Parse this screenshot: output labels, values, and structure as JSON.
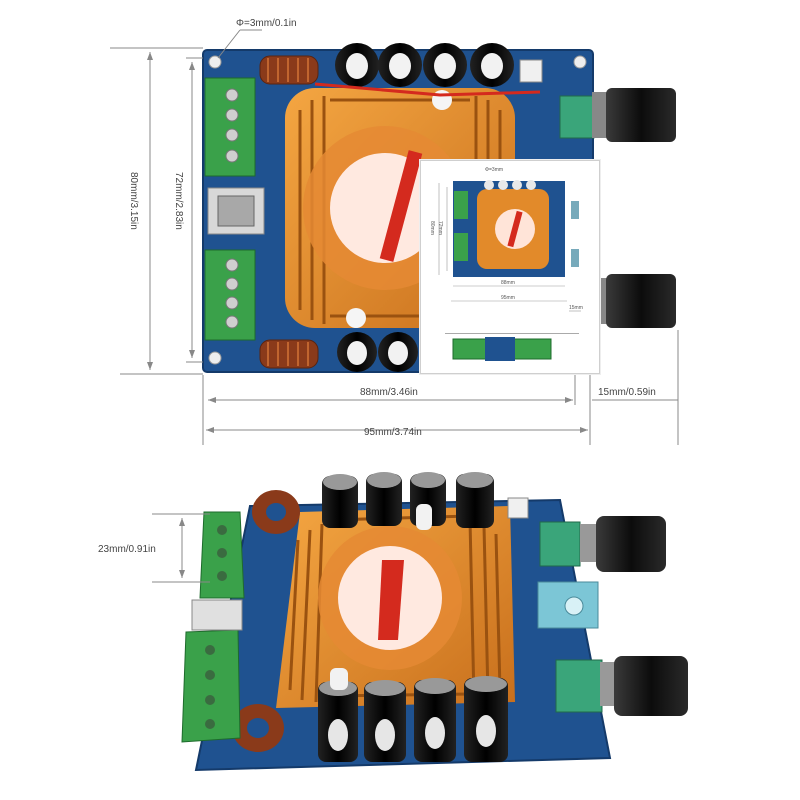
{
  "top_view": {
    "hole_label": "Φ=3mm/0.1in",
    "height_outer_label": "80mm/3.15in",
    "height_inner_label": "72mm/2.83in",
    "width_inner_label": "88mm/3.46in",
    "width_outer_label": "95mm/3.74in",
    "knob_label": "15mm/0.59in"
  },
  "inset": {
    "hole_label": "Φ=3mm",
    "height_outer_label": "80mm",
    "height_inner_label": "72mm",
    "width_inner_label": "88mm",
    "width_outer_label": "95mm",
    "knob_label": "15mm"
  },
  "bottom_view": {
    "height_label": "23mm/0.91in"
  },
  "colors": {
    "pcb": "#1e4f8c",
    "heatsink": "#e08a2a",
    "terminal": "#3aa14a",
    "knob": "#141414",
    "fan": "#ffffff",
    "fan_stripe": "#d42a1e",
    "coil": "#8a3a1a"
  }
}
